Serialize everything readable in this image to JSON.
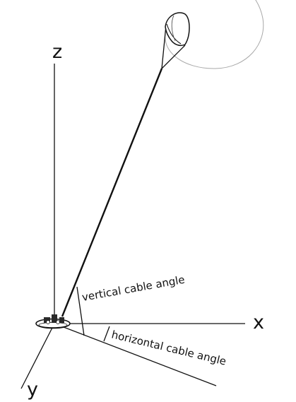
{
  "axes": {
    "x": "x",
    "y": "y",
    "z": "z"
  },
  "labels": {
    "vertical_cable_angle": "vertical cable angle",
    "horizontal_cable_angle": "horizontal cable angle"
  },
  "icons": {
    "kite": "kite-icon",
    "ground_station": "ground-station-icon",
    "flight_path": "figure-eight-orbit"
  },
  "colors": {
    "ink": "#111111",
    "orbit": "#a8a8a8",
    "background": "#ffffff"
  }
}
